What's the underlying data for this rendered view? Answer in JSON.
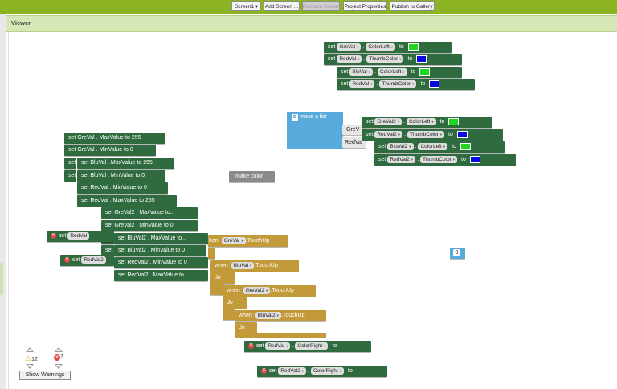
{
  "toolbar": {
    "screen_label": "Screen1 ▾",
    "add_screen": "Add Screen ...",
    "remove_screen": "Remove Screen",
    "project_properties": "Project Properties",
    "publish": "Publish to Gallery"
  },
  "viewer": {
    "title": "Viewer"
  },
  "colors": {
    "green": "#1fd61f",
    "blue": "#0a0ae0",
    "block_green": "#2f6b3f",
    "block_gold": "#c39a3a",
    "block_blue": "#58a9dc"
  },
  "keywords": {
    "set": "set",
    "to": "to",
    "when": "when",
    "do": "do",
    "dot": ".",
    "caret": "▾"
  },
  "blocks": {
    "top_group": [
      {
        "comp": "GreVal",
        "prop": "ColorLeft",
        "color": "green"
      },
      {
        "comp": "RedVal",
        "prop": "ThumbColor",
        "color": "blue"
      },
      {
        "comp": "BluVal",
        "prop": "ColorLeft",
        "color": "green"
      },
      {
        "comp": "RedVal",
        "prop": "ThumbColor",
        "color": "blue"
      }
    ],
    "make_list": {
      "label": "make a list",
      "slot1": "GreV",
      "slot2": "RedVal"
    },
    "list_group": [
      {
        "comp": "GreVal2",
        "prop": "ColorLeft",
        "color": "green"
      },
      {
        "comp": "RedVal2",
        "prop": "ThumbColor",
        "color": "blue"
      },
      {
        "comp": "BluVal2",
        "prop": "ColorLeft",
        "color": "green"
      },
      {
        "comp": "RedVal2",
        "prop": "ThumbColor",
        "color": "blue"
      }
    ],
    "make_color": "make color",
    "number_block": "0",
    "minmax": [
      "GreVal . MaxValue to 255",
      "GreVal . MinValue to 0",
      "BluVal . MaxValue to 255",
      "BluVal . MinValue to 0",
      "RedVal . MinValue to 0",
      "RedVal . MaxValue to 255",
      "GreVal2 . MaxValue to...",
      "GreVal2 . MinValue to 0",
      "BluVal2 . MaxValue to...",
      "BluVal2 . MinValue to 0",
      "RedVal2 . MinValue to 0",
      "RedVal2 . MaxValue to..."
    ],
    "err_set1_comp": "RedVal",
    "err_set2_comp": "RedVal2",
    "events": [
      {
        "prefix": "hen",
        "comp": "GreVal",
        "event": ".TouchUp"
      },
      {
        "prefix": "when",
        "comp": "BluVal",
        "event": ".TouchUp"
      },
      {
        "prefix": "when",
        "comp": "GreVal2",
        "event": ".TouchUp"
      },
      {
        "prefix": "when",
        "comp": "BluVal2",
        "event": ".TouchUp"
      }
    ],
    "color_right": [
      {
        "comp": "RedVal",
        "prop": "ColorRight"
      },
      {
        "comp": "RedVal2",
        "prop": "ColorRight"
      }
    ]
  },
  "warnings": {
    "warning_count": "12",
    "error_count": "7",
    "show_button": "Show Warnings"
  }
}
